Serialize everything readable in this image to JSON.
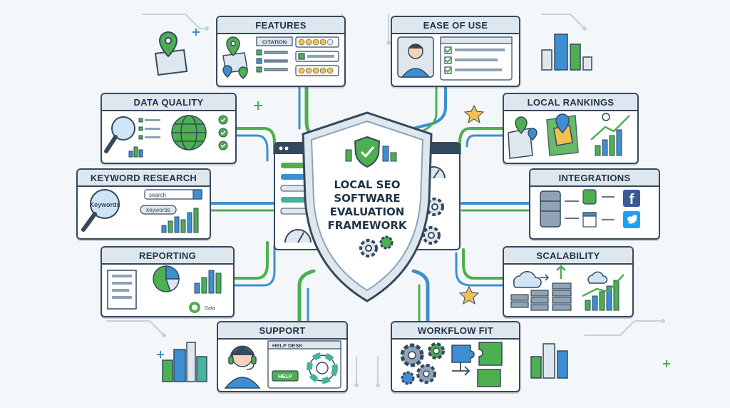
{
  "center": {
    "title_lines": [
      "LOCAL SEO",
      "SOFTWARE",
      "EVALUATION",
      "FRAMEWORK"
    ]
  },
  "cards": {
    "features": {
      "title": "FEATURES",
      "citation_label": "CITATION"
    },
    "ease_of_use": {
      "title": "EASE OF USE"
    },
    "data_quality": {
      "title": "DATA QUALITY"
    },
    "local_rankings": {
      "title": "LOCAL RANKINGS"
    },
    "keyword_research": {
      "title": "KEYWORD RESEARCH",
      "search_placeholder": "search",
      "keyword_tag": "keywords",
      "magnifier_text": "Keywords"
    },
    "integrations": {
      "title": "INTEGRATIONS"
    },
    "reporting": {
      "title": "REPORTING",
      "data_label": "Data"
    },
    "scalability": {
      "title": "SCALABILITY"
    },
    "support": {
      "title": "SUPPORT",
      "help_desk_label": "HELP DESK",
      "help_button": "HELP"
    },
    "workflow_fit": {
      "title": "WORKFLOW FIT"
    }
  },
  "colors": {
    "navy": "#34495e",
    "green": "#4caf50",
    "blue": "#3d8fd1",
    "teal": "#45b3a0",
    "panel": "#dfe7ee",
    "yellow": "#f2c14e"
  }
}
